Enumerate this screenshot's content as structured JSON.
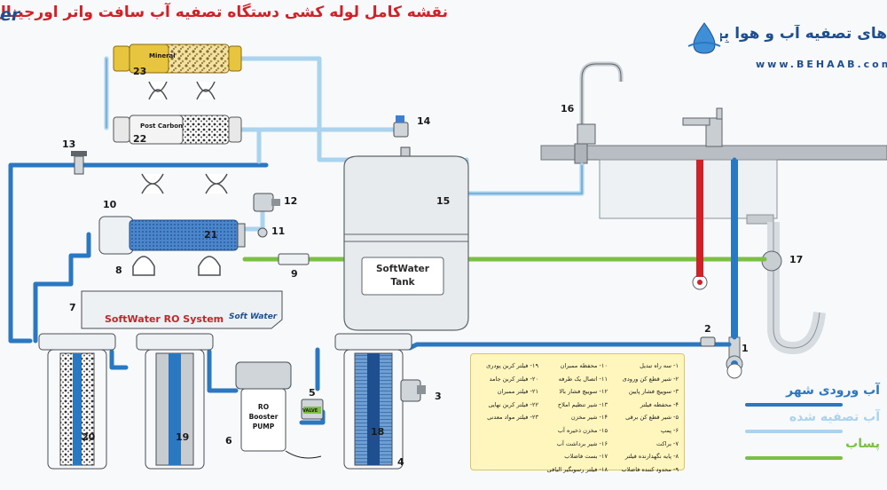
{
  "header": {
    "title": "نقشه کامل لوله کشی دستگاه تصفیه آب سافت واتر اورجینال",
    "brand_partial": "er",
    "brand_name": "های تصفیه آب و هوا بِهاب",
    "brand_url": "www.BEHAAB.com"
  },
  "components": {
    "mineral_label": "Mineral",
    "post_carbon_label": "Post Carbon",
    "tank_line1": "SoftWater",
    "tank_line2": "Tank",
    "ro_system_label": "SoftWater RO System",
    "ro_brand": "Soft Water",
    "pump_line1": "RO",
    "pump_line2": "Booster",
    "pump_line3": "PUMP",
    "valve_tag": "VALVE"
  },
  "numbers": [
    "1",
    "2",
    "3",
    "4",
    "5",
    "6",
    "7",
    "8",
    "9",
    "10",
    "11",
    "12",
    "13",
    "14",
    "15",
    "16",
    "17",
    "18",
    "19",
    "20",
    "21",
    "22",
    "23"
  ],
  "legend": {
    "col_right": [
      "۱- سه راه تبدیل",
      "۲- شیر قطع کن ورودی",
      "۳- سوییچ فشار پایین",
      "۴- محفظه فیلتر",
      "۵- شیر قطع کن برقی",
      "۶- پمپ",
      "۷- براکت",
      "۸- پایه نگهدارنده فیلتر",
      "۹- محدود کننده فاضلاب"
    ],
    "col_mid": [
      "۱۰- محفظه ممبران",
      "۱۱- اتصال یک طرفه",
      "۱۲- سوییچ فشار بالا",
      "۱۳- شیر تنظیم املاح",
      "۱۴- شیر مخزن",
      "۱۵- مخزن ذخیره آب",
      "۱۶- شیر برداشت آب",
      "۱۷- بست فاضلاب",
      "۱۸- فیلتر رسوبگیر الیافی"
    ],
    "col_left": [
      "۱۹- فیلتر کربن پودری",
      "۲۰- فیلتر کربن جامد",
      "۲۱- فیلتر ممبران",
      "۲۲- فیلتر کربن نهایی",
      "۲۳- فیلتر مواد معدنی"
    ]
  },
  "key": {
    "city_water": "آب ورودی شهر",
    "purified": "آب تصفیه شده",
    "waste": "پساب"
  },
  "colors": {
    "city_water": "#2b78c2",
    "purified": "#a9d3ef",
    "waste": "#7cc043",
    "title": "#d31f26",
    "brand": "#1f4f8f"
  }
}
